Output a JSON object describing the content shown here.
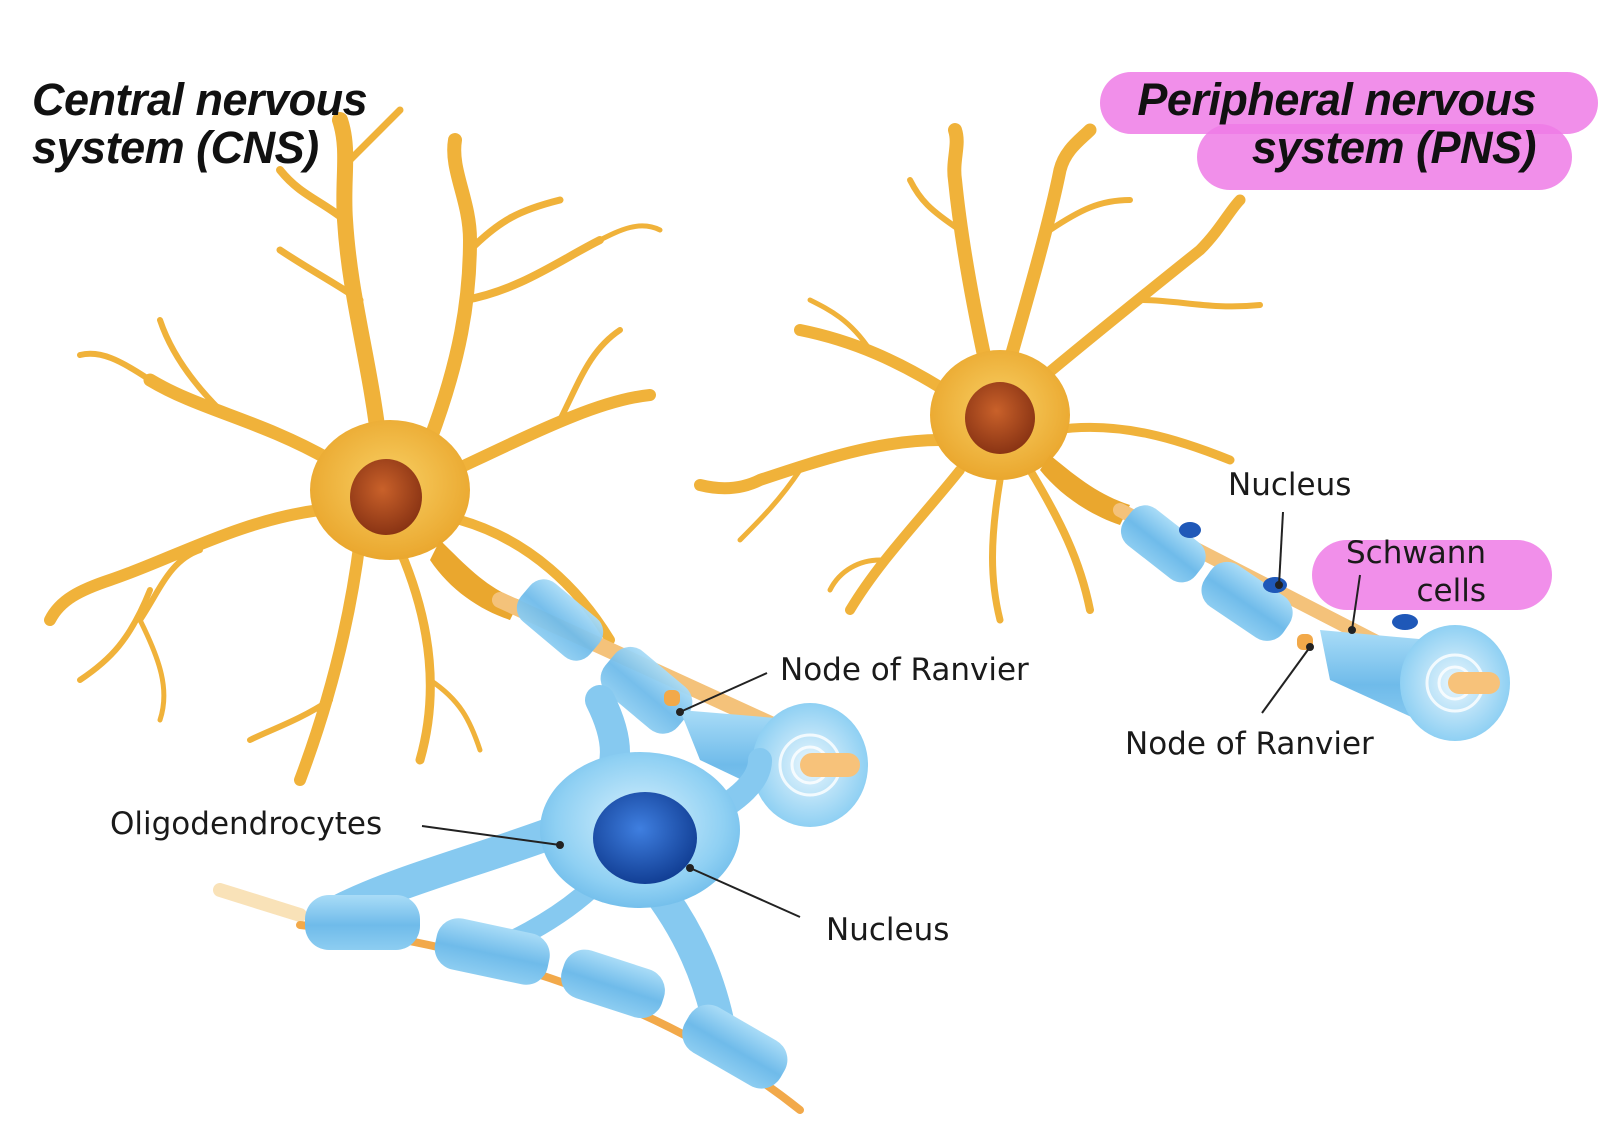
{
  "colors": {
    "neuron": "#f2b53a",
    "neuron_dark": "#e0a02a",
    "soma_nucleus": "#a9471e",
    "myelin": "#7fc4ee",
    "myelin_light": "#bde3f8",
    "oligo_nucleus": "#1f58b8",
    "axon": "#f4c27a",
    "highlight": "#ee7be6",
    "leader": "#222222",
    "text": "#1a1a1a"
  },
  "cns": {
    "title_line1": "Central nervous",
    "title_line2": "system (CNS)",
    "labels": {
      "node_of_ranvier": "Node of Ranvier",
      "oligodendrocytes": "Oligodendrocytes",
      "nucleus": "Nucleus"
    }
  },
  "pns": {
    "title_line1": "Peripheral nervous",
    "title_line2": "system (PNS)",
    "labels": {
      "nucleus": "Nucleus",
      "schwann_line1": "Schwann",
      "schwann_line2": "cells",
      "node_of_ranvier": "Node of Ranvier"
    }
  }
}
